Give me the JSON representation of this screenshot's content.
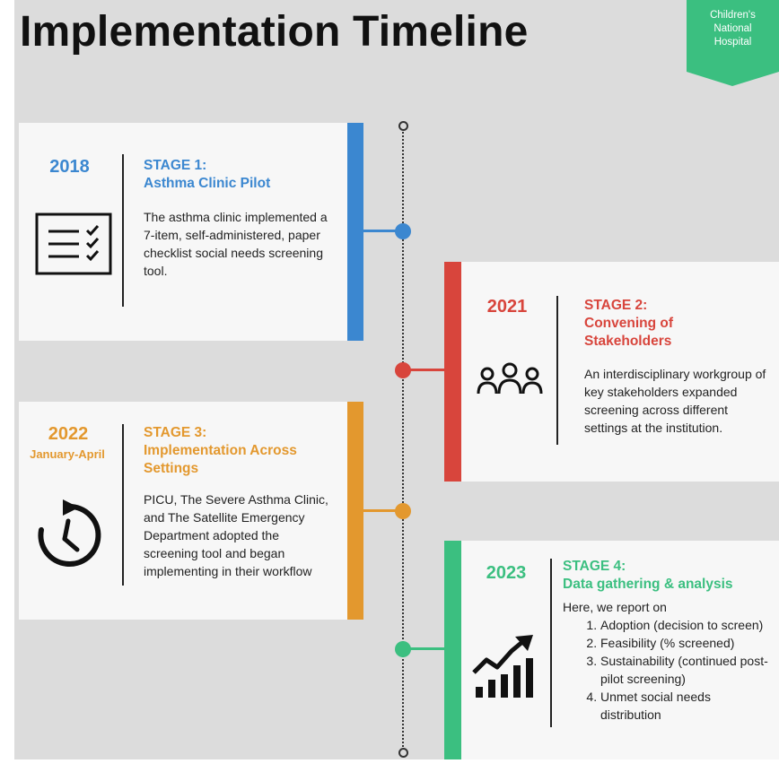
{
  "header": {
    "title": "Implementation Timeline",
    "logo_text": "Children's\nNational\nHospital"
  },
  "colors": {
    "blue": "#3b87d0",
    "red": "#d8453c",
    "orange": "#e3982e",
    "green": "#3bbf80",
    "background": "#dcdcdc",
    "card": "#f7f7f7"
  },
  "stages": [
    {
      "year": "2018",
      "title_line1": "STAGE 1:",
      "title_line2": "Asthma Clinic Pilot",
      "description": "The asthma clinic implemented a 7-item, self-administered, paper checklist social needs screening tool.",
      "icon": "checklist-icon"
    },
    {
      "year": "2021",
      "title_line1": "STAGE 2:",
      "title_line2": "Convening of",
      "title_line3": "Stakeholders",
      "description": "An interdisciplinary workgroup of key stakeholders expanded screening across different settings at the institution.",
      "icon": "people-group-icon"
    },
    {
      "year": "2022",
      "year_sub": "January-April",
      "title_line1": "STAGE 3:",
      "title_line2": "Implementation Across",
      "title_line3": "Settings",
      "description": "PICU, The Severe Asthma Clinic, and The Satellite Emergency Department adopted the screening tool and began implementing in their workflow",
      "icon": "clock-refresh-icon"
    },
    {
      "year": "2023",
      "title_line1": "STAGE 4:",
      "title_line2": "Data gathering & analysis",
      "intro": "Here, we report on",
      "items": [
        "Adoption (decision to screen)",
        "Feasibility (% screened)",
        "Sustainability (continued post-pilot screening)",
        "Unmet social needs distribution"
      ],
      "icon": "growth-chart-icon"
    }
  ]
}
